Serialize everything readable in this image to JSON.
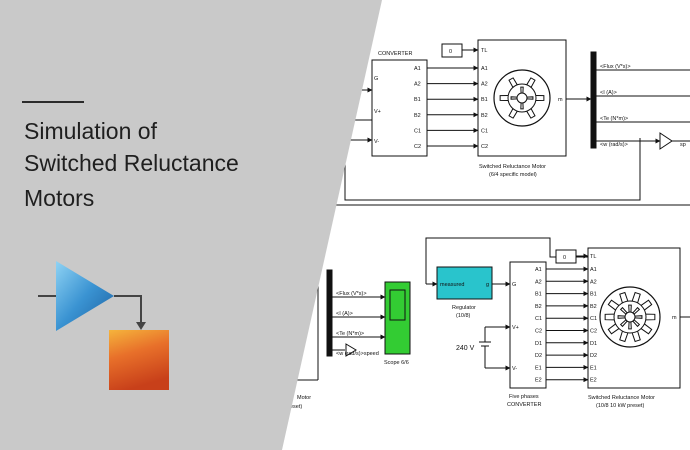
{
  "title": {
    "lines": [
      "Simulation of",
      "Switched Reluctance",
      "Motors"
    ]
  },
  "icons": {
    "logo": "simulink-amplifier-block-icon"
  },
  "top_model": {
    "converter_title": "CONVERTER",
    "converter_inputs": [
      "G",
      "V+",
      "V-"
    ],
    "converter_outputs": [
      "A1",
      "A2",
      "B1",
      "B2",
      "C1",
      "C2"
    ],
    "constant": "0",
    "motor_ports": [
      "TL",
      "A1",
      "A2",
      "B1",
      "B2",
      "C1",
      "C2"
    ],
    "motor_port_m": "m",
    "motor_caption_1": "Switched Reluctance Motor",
    "motor_caption_2": "(6/4 specific model)",
    "bus_signals": [
      "<Flux (V*s)>",
      "<I (A)>",
      "<Te (N*m)>",
      "<w (rad/s)>"
    ],
    "trailing_label": "sp"
  },
  "bottom_model": {
    "bus_signals": [
      "<Flux (V*s)>",
      "<I (A)>",
      "<Te (N*m)>"
    ],
    "speed_label": "<w (rad/s)>speed",
    "scope_caption": "Scope 6/6",
    "regulator_input": "measured",
    "regulator_output": "g",
    "regulator_caption_1": "Regulator",
    "regulator_caption_2": "(10/8)",
    "voltage_label": "240 V",
    "converter_inputs": [
      "G",
      "V+",
      "V-"
    ],
    "converter_outputs": [
      "A1",
      "A2",
      "B1",
      "B2",
      "C1",
      "C2",
      "D1",
      "D2",
      "E1",
      "E2"
    ],
    "converter_caption_1": "Five phases",
    "converter_caption_2": "CONVERTER",
    "constant": "0",
    "motor_ports": [
      "TL",
      "A1",
      "A2",
      "B1",
      "B2",
      "C1",
      "C2",
      "D1",
      "D2",
      "E1",
      "E2"
    ],
    "motor_port_m": "m",
    "motor_caption_1": "Switched Reluctance Motor",
    "motor_caption_2": "(10/8 10 kW preset)",
    "cut_caption_1": "Motor",
    "cut_caption_2": "eset)"
  },
  "colors": {
    "panel": "#c9c9c9",
    "title_text": "#1f1f1f",
    "scope_green": "#33cc33",
    "regulator_cyan": "#29c4cc",
    "triangle_blue": "#2a86c8",
    "block_orange": "#e0561f"
  }
}
